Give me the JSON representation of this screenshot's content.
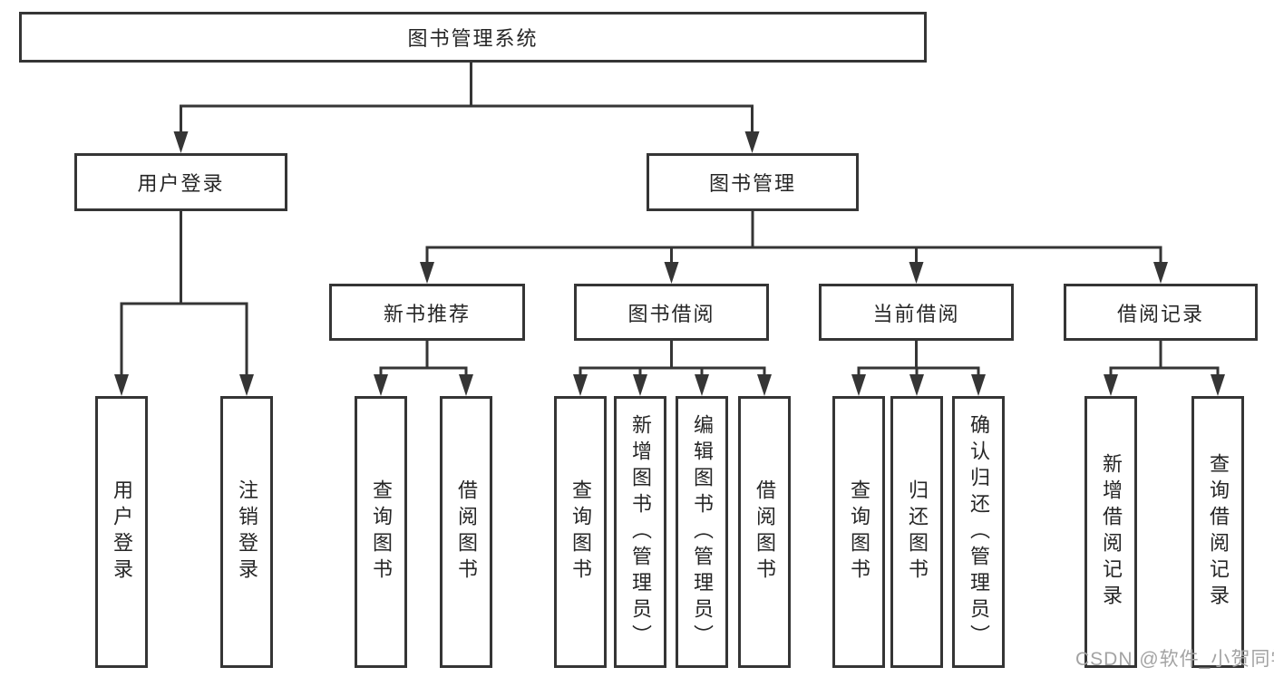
{
  "diagram": {
    "root": "图书管理系统",
    "level2": [
      "用户登录",
      "图书管理"
    ],
    "level3": [
      "新书推荐",
      "图书借阅",
      "当前借阅",
      "借阅记录"
    ],
    "leaves": {
      "user_login": [
        "用户登录",
        "注销登录"
      ],
      "new_book_recommend": [
        "查询图书",
        "借阅图书"
      ],
      "book_borrowing": [
        "查询图书",
        "新增图书（管理员）",
        "编辑图书（管理员）",
        "借阅图书"
      ],
      "current_borrowing": [
        "查询图书",
        "归还图书",
        "确认归还（管理员）"
      ],
      "borrowing_records": [
        "新增借阅记录",
        "查询借阅记录"
      ]
    }
  },
  "watermark": {
    "text": "CSDN @软件_小贺同学"
  },
  "colors": {
    "line": "#353535",
    "text": "#262626",
    "watermark": "#a3a3a3",
    "background": "#ffffff"
  }
}
